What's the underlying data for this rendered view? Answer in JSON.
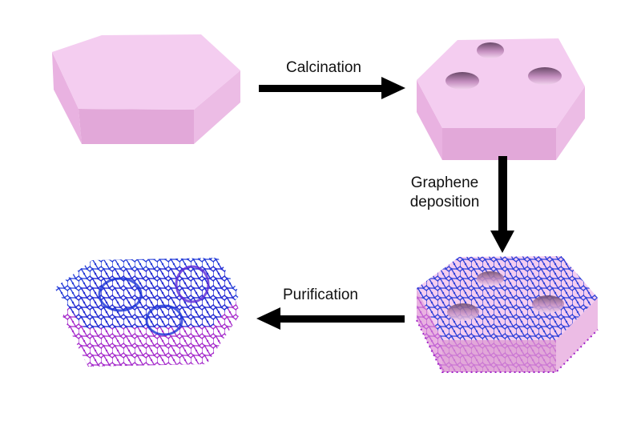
{
  "steps": {
    "calcination": "Calcination",
    "graphene_line1": "Graphene",
    "graphene_line2": "deposition",
    "purification": "Purification"
  },
  "colors": {
    "substrate_top": "#f4cdf0",
    "substrate_left": "#e9b2e1",
    "substrate_front": "#e2a8d9",
    "graphene_blue": "#1a33d6",
    "graphene_purple": "#a020c8",
    "arrow": "#000000"
  }
}
